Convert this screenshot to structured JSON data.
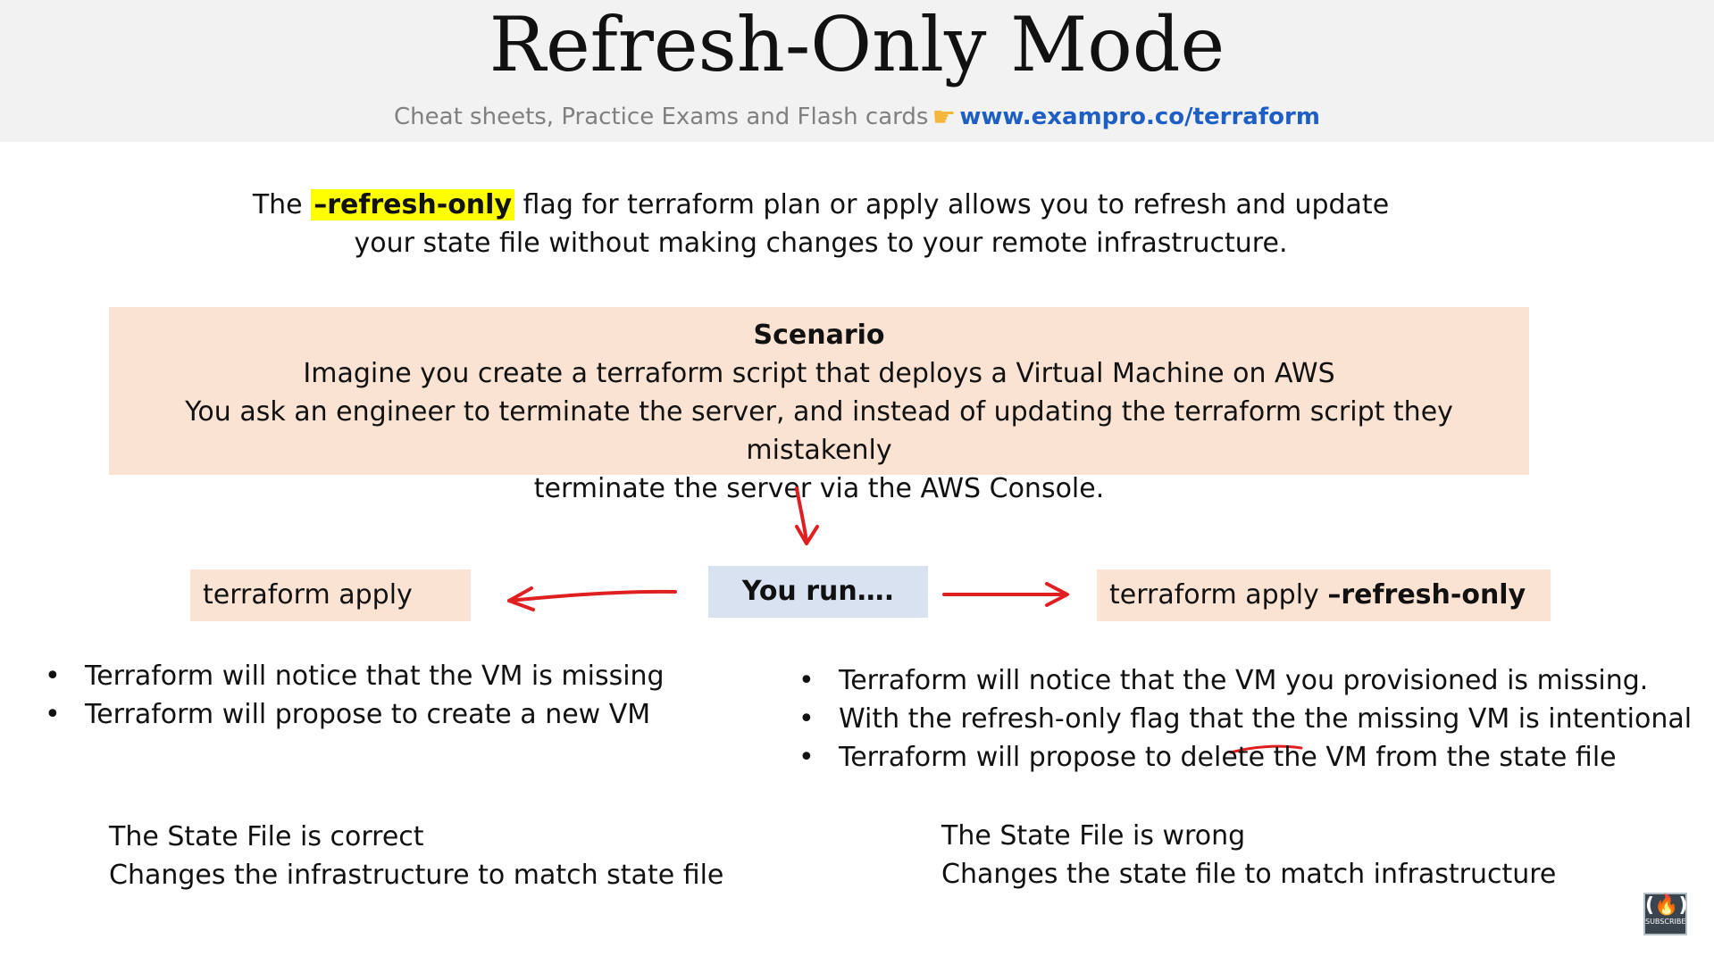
{
  "header": {
    "title": "Refresh-Only Mode",
    "subtitle_text": "Cheat sheets, Practice Exams and Flash cards",
    "subtitle_icon": "pointing-hand-icon",
    "subtitle_link": "www.exampro.co/terraform"
  },
  "intro": {
    "before": "The ",
    "highlight": "–refresh-only",
    "after_line1": " flag for terraform plan or apply allows you to refresh and update",
    "line2": "your state file without making changes to your remote infrastructure."
  },
  "scenario": {
    "heading": "Scenario",
    "line1": "Imagine you create a terraform script that deploys a Virtual Machine on AWS",
    "line2": "You ask an engineer to terminate the server, and instead of updating the terraform script they mistakenly",
    "line3": "terminate the server via the AWS Console."
  },
  "center_box": "You run….",
  "left": {
    "command": "terraform apply",
    "bullets": [
      "Terraform will notice that the VM is missing",
      "Terraform will propose to create a new VM"
    ],
    "conclusion1": "The State File is correct",
    "conclusion2": "Changes the infrastructure to match state file"
  },
  "right": {
    "command_plain": "terraform apply ",
    "command_bold": "–refresh-only",
    "bullets": [
      "Terraform will notice that the VM you provisioned is missing.",
      "With the refresh-only flag that the the missing VM is intentional",
      "Terraform will propose to delete the VM from the state file"
    ],
    "conclusion1": "The State File is wrong",
    "conclusion2": "Changes the state file to match infrastructure"
  },
  "subscribe": {
    "icon": "freecodecamp-logo-icon",
    "label": "SUBSCRIBE"
  },
  "colors": {
    "header_bg": "#f2f2f2",
    "highlight": "#ffff00",
    "box_peach": "#fbe3d4",
    "box_blue": "#d9e2f0",
    "arrow_red": "#e02020",
    "link_blue": "#1f5fc4"
  }
}
